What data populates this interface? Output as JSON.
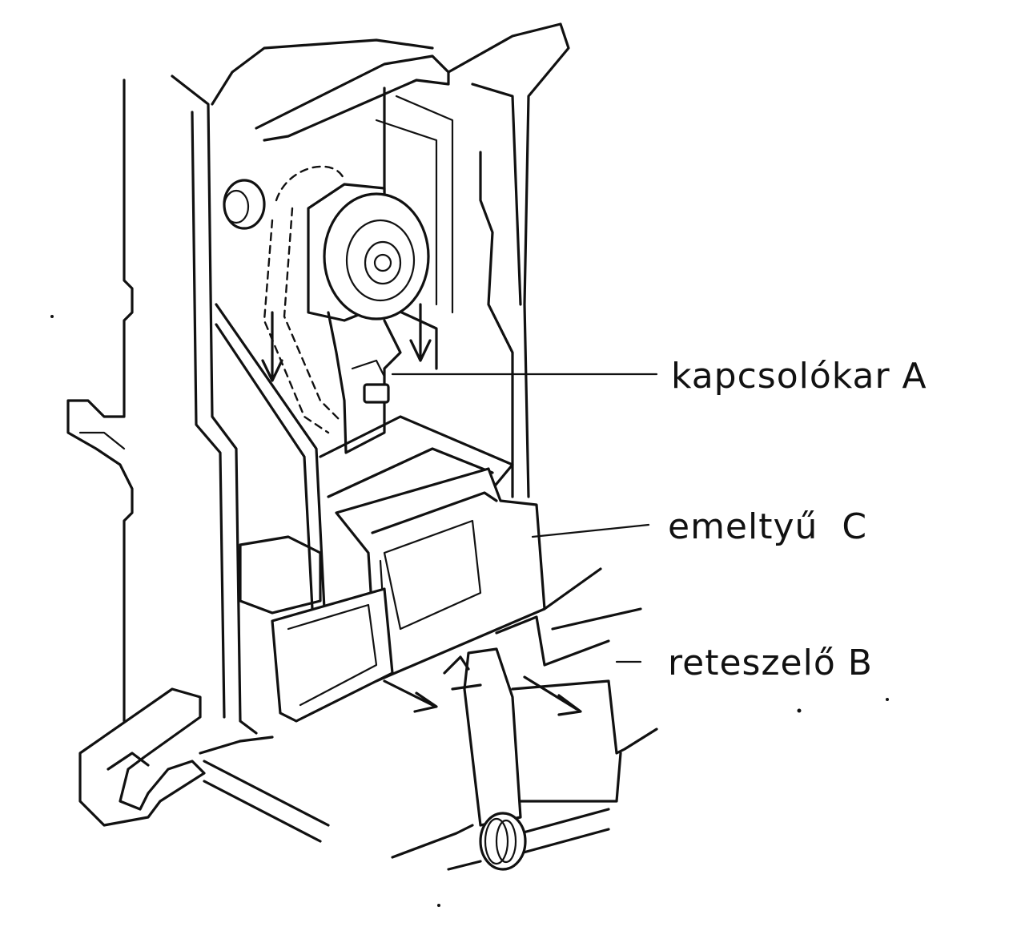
{
  "labels": {
    "lever_a": "kapcsolókar A",
    "lever_c": "emeltyű  C",
    "latch_b": "reteszelő B"
  },
  "colors": {
    "ink": "#111111",
    "paper": "#ffffff"
  }
}
